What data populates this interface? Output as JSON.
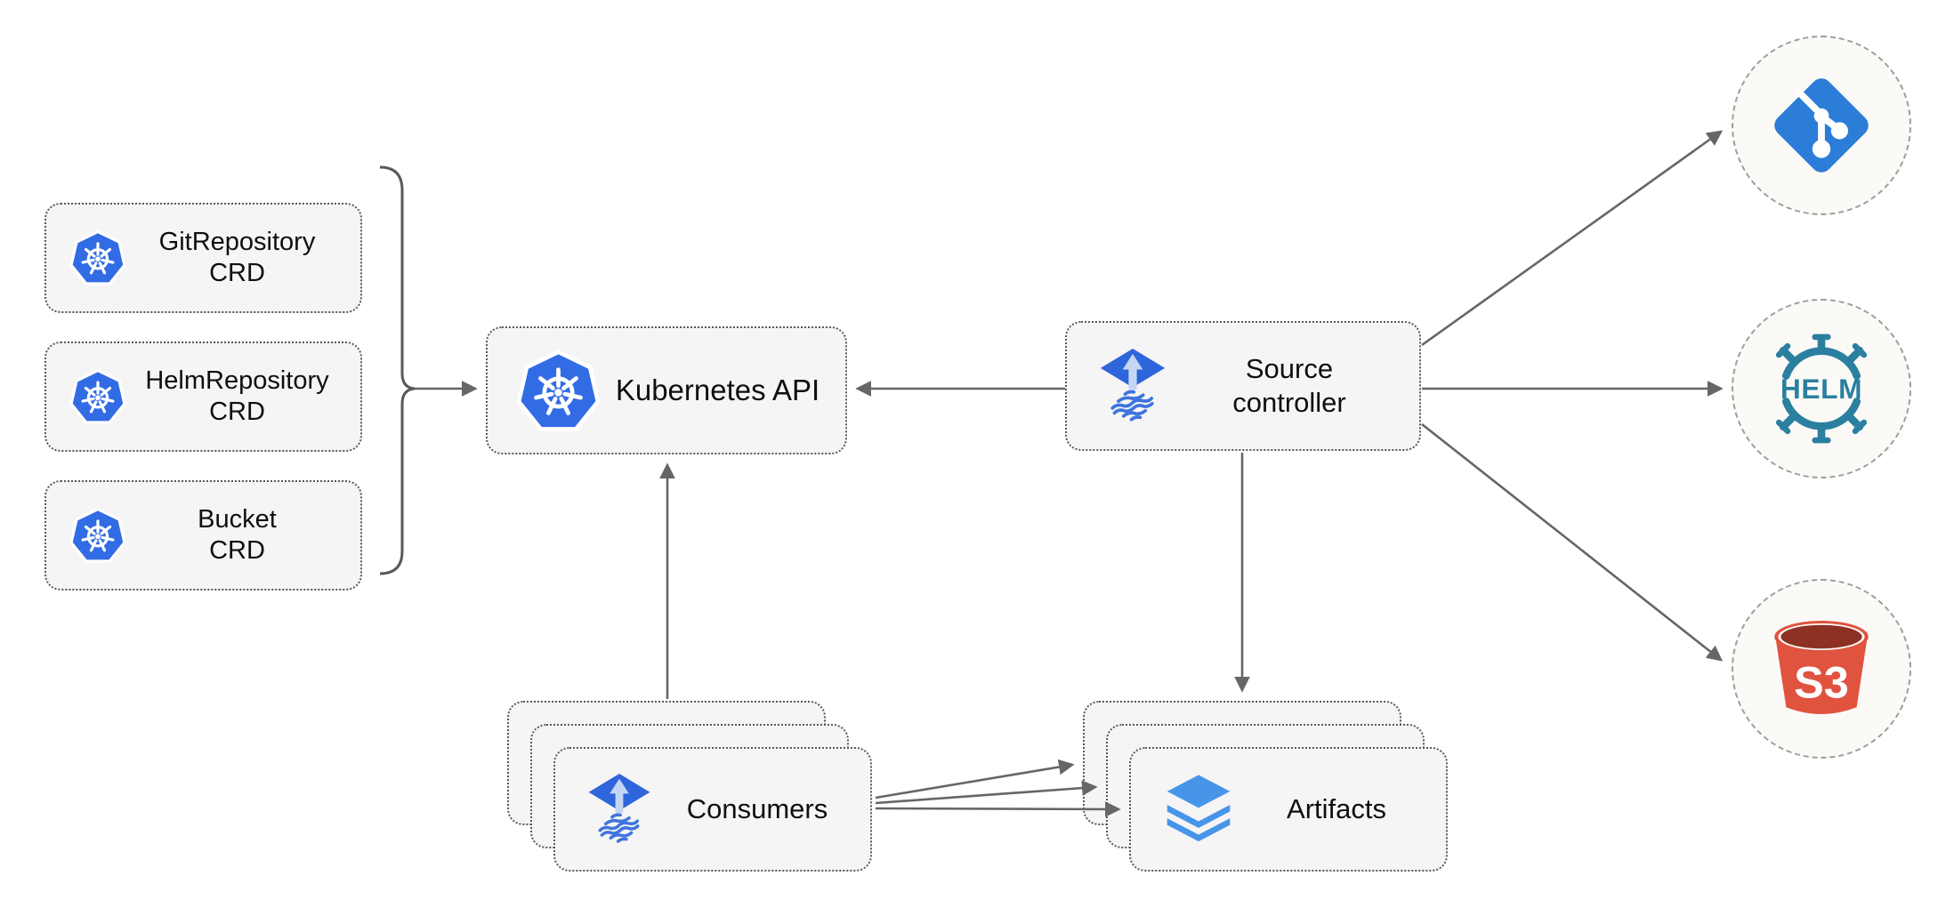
{
  "diagram": {
    "name": "source-controller architecture",
    "colors": {
      "background": "#ffffff",
      "box_fill": "#f5f5f5",
      "box_border": "#595959",
      "circle_fill": "#fbfaf7",
      "circle_border": "#9e9e9e",
      "arrow": "#666666",
      "text": "#0f0f0f",
      "kubernetes_blue": "#326ce5",
      "flux_blue": "#2e65da",
      "flux_arrow_light": "#c5d5f4",
      "flux_wave_blue": "#3f74de",
      "git_blue": "#2b7dd8",
      "helm_teal": "#2b7f9f",
      "s3_red": "#e0533f",
      "s3_dark_red": "#8c3123",
      "layers_blue": "#4795e9"
    },
    "crd_boxes": [
      {
        "id": "gitrepository-crd",
        "label": "GitRepository\nCRD",
        "icon": "kubernetes-icon"
      },
      {
        "id": "helmrepository-crd",
        "label": "HelmRepository\nCRD",
        "icon": "kubernetes-icon"
      },
      {
        "id": "bucket-crd",
        "label": "Bucket\nCRD",
        "icon": "kubernetes-icon"
      }
    ],
    "nodes": {
      "kubernetes_api": {
        "label": "Kubernetes API",
        "icon": "kubernetes-icon"
      },
      "source_controller": {
        "label": "Source\ncontroller",
        "icon": "flux-icon"
      },
      "consumers": {
        "label": "Consumers",
        "icon": "flux-icon",
        "stacked_count": 3
      },
      "artifacts": {
        "label": "Artifacts",
        "icon": "layers-icon",
        "stacked_count": 3
      }
    },
    "external_sources": [
      {
        "id": "git",
        "icon": "git-icon",
        "label": ""
      },
      {
        "id": "helm",
        "icon": "helm-icon",
        "label": "HELM"
      },
      {
        "id": "s3",
        "icon": "s3-bucket-icon",
        "label": "S3"
      }
    ],
    "edges": [
      {
        "from": "crd-group-bracket",
        "to": "kubernetes-api"
      },
      {
        "from": "source-controller",
        "to": "kubernetes-api"
      },
      {
        "from": "consumers",
        "to": "kubernetes-api"
      },
      {
        "from": "source-controller",
        "to": "git"
      },
      {
        "from": "source-controller",
        "to": "helm"
      },
      {
        "from": "source-controller",
        "to": "s3"
      },
      {
        "from": "source-controller",
        "to": "artifacts"
      },
      {
        "from": "consumers",
        "to": "artifacts",
        "count": 3
      }
    ]
  }
}
